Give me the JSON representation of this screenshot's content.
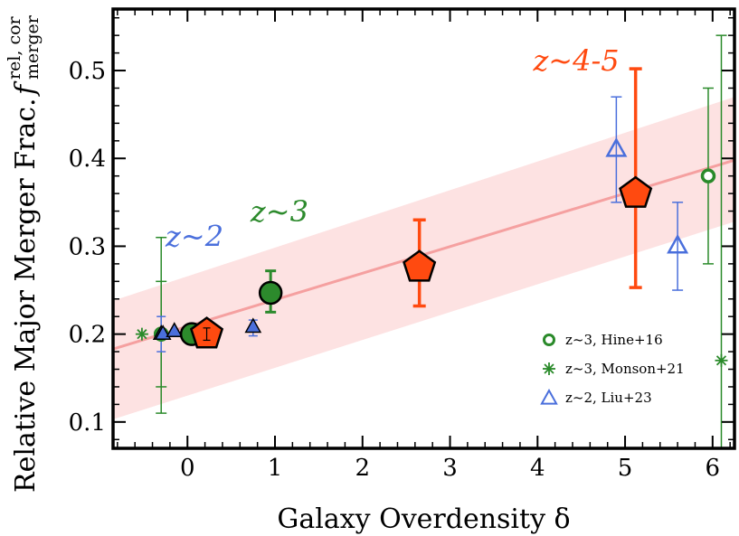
{
  "chart_data": {
    "type": "scatter",
    "xlabel": "Galaxy Overdensity δ",
    "ylabel_main": "Relative Major Merger Frac.",
    "ylabel_symbol": "f",
    "ylabel_sup": "rel, cor",
    "ylabel_sub": "merger",
    "xlim": [
      -0.85,
      6.25
    ],
    "ylim": [
      0.07,
      0.57
    ],
    "xticks": [
      0,
      1,
      2,
      3,
      4,
      5,
      6
    ],
    "yticks": [
      0.1,
      0.2,
      0.3,
      0.4,
      0.5
    ],
    "colors": {
      "hine": "#2a8a2a",
      "monson": "#2a8a2a",
      "liu": "#4a6fdc",
      "z2": "#2c8a2c",
      "z45": "#ff4a10",
      "fit": "#f5a0a0",
      "band": "#fde2e2"
    },
    "fit": {
      "line": [
        [
          -0.85,
          0.183
        ],
        [
          6.25,
          0.398
        ]
      ],
      "band_lower": [
        [
          -0.85,
          0.103
        ],
        [
          6.25,
          0.328
        ]
      ],
      "band_upper": [
        [
          -0.85,
          0.238
        ],
        [
          6.25,
          0.47
        ]
      ]
    },
    "series": [
      {
        "key": "hine",
        "name": "z~3, Hine+16",
        "marker": "circle-open",
        "points": [
          {
            "x": -0.3,
            "y": 0.2,
            "yerr": [
              0.14,
              0.26
            ]
          },
          {
            "x": -0.3,
            "y": 0.2,
            "yerr": [
              0.11,
              0.31
            ]
          },
          {
            "x": 5.95,
            "y": 0.38,
            "yerr": [
              0.28,
              0.48
            ]
          }
        ]
      },
      {
        "key": "monson",
        "name": "z~3, Monson+21",
        "marker": "asterisk",
        "points": [
          {
            "x": -0.52,
            "y": 0.2
          },
          {
            "x": 6.1,
            "y": 0.17,
            "yerr": [
              0.0,
              0.54
            ]
          }
        ]
      },
      {
        "key": "liu",
        "name": "z~2, Liu+23",
        "marker": "triangle-open",
        "points": [
          {
            "x": 4.9,
            "y": 0.41,
            "yerr": [
              0.35,
              0.47
            ]
          },
          {
            "x": 5.6,
            "y": 0.3,
            "yerr": [
              0.25,
              0.35
            ]
          }
        ]
      },
      {
        "key": "z2-filled",
        "marker": "triangle-filled",
        "color": "#4a6fdc",
        "points": [
          {
            "x": -0.3,
            "y": 0.2,
            "yerr": [
              0.18,
              0.22
            ]
          },
          {
            "x": -0.28,
            "y": 0.2
          },
          {
            "x": -0.15,
            "y": 0.203
          },
          {
            "x": 0.75,
            "y": 0.208,
            "yerr": [
              0.198,
              0.216
            ]
          }
        ]
      },
      {
        "key": "z3-filled",
        "marker": "circle-filled",
        "color": "#2c8a2c",
        "points": [
          {
            "x": 0.05,
            "y": 0.2,
            "yerr": [
              0.19,
              0.21
            ]
          },
          {
            "x": 0.95,
            "y": 0.247,
            "yerr": [
              0.225,
              0.272
            ]
          }
        ]
      },
      {
        "key": "z45-filled",
        "marker": "pentagon-filled",
        "color": "#ff4a10",
        "points": [
          {
            "x": 0.22,
            "y": 0.2,
            "yerr": [
              0.193,
              0.207
            ],
            "black_err": true
          },
          {
            "x": 2.65,
            "y": 0.276,
            "yerr": [
              0.232,
              0.33
            ]
          },
          {
            "x": 5.12,
            "y": 0.36,
            "yerr": [
              0.253,
              0.502
            ]
          }
        ]
      }
    ],
    "annotations": [
      {
        "text": "z~2",
        "x": -0.25,
        "y": 0.3,
        "color": "#4a6fdc"
      },
      {
        "text": "z~3",
        "x": 0.72,
        "y": 0.328,
        "color": "#2c8a2c"
      },
      {
        "text": "z~4-5",
        "x": 3.95,
        "y": 0.5,
        "color": "#ff4a10"
      }
    ],
    "legend": {
      "position": "lower-right",
      "entries": [
        "z~3, Hine+16",
        "z~3, Monson+21",
        "z~2, Liu+23"
      ]
    }
  }
}
